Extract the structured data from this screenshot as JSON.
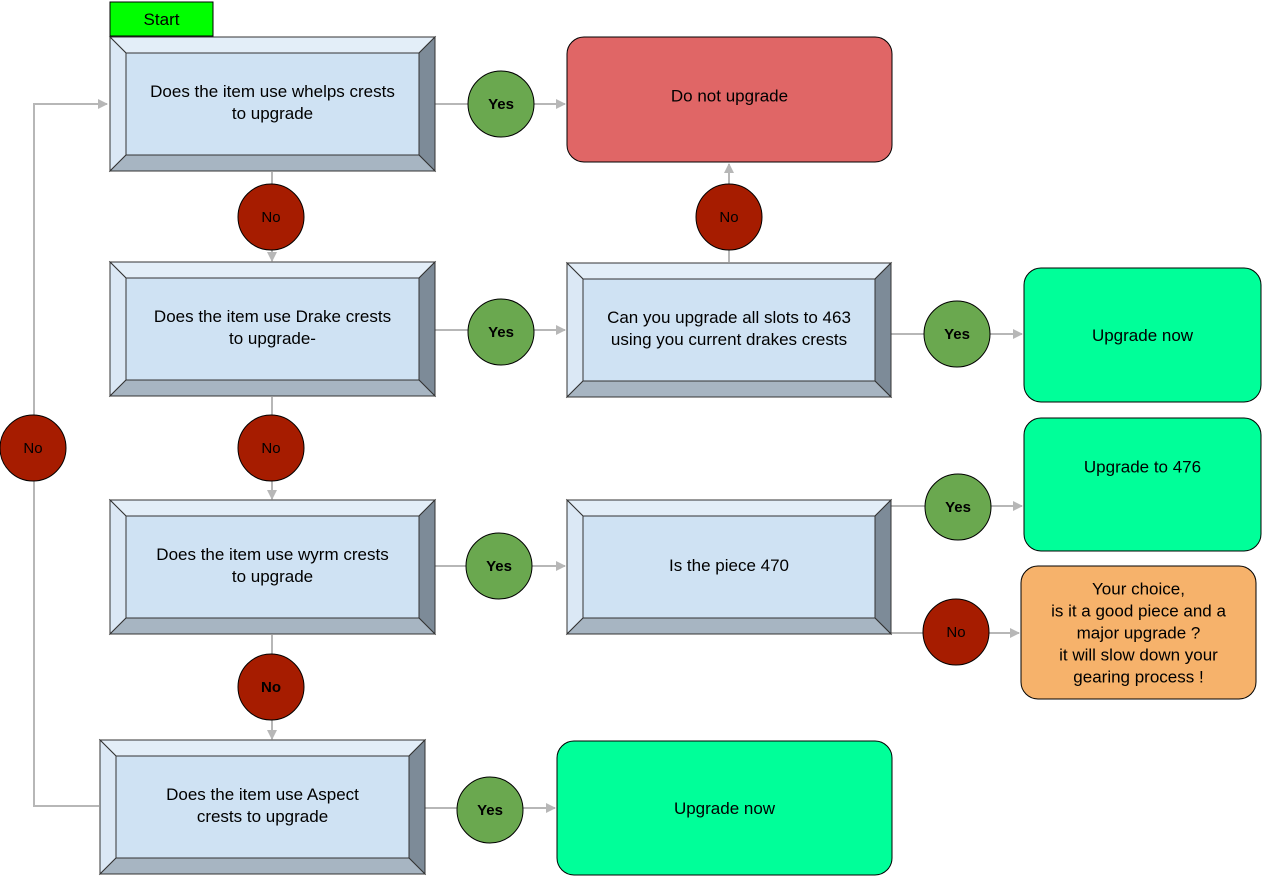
{
  "start_label": "Start",
  "nodes": {
    "q_whelps": [
      "Does the item use whelps crests",
      "to upgrade"
    ],
    "q_drake": [
      "Does the item use Drake crests",
      "to upgrade-"
    ],
    "q_wyrm": [
      "Does the item use wyrm crests",
      "to upgrade"
    ],
    "q_aspect": [
      "Does the item use Aspect",
      "crests to upgrade"
    ],
    "q_slots": [
      "Can you upgrade all slots to 463",
      "using you current drakes crests"
    ],
    "q_piece": [
      "Is the piece 470"
    ],
    "r_donot": [
      "Do not upgrade"
    ],
    "r_now1": [
      "Upgrade now"
    ],
    "r_476": [
      "Upgrade to 476"
    ],
    "r_choice": [
      "Your choice,",
      "is it a good piece and a",
      "major upgrade ?",
      "it will slow down your",
      "gearing process !"
    ],
    "r_now2": [
      "Upgrade now"
    ]
  },
  "labels": {
    "yes": "Yes",
    "no": "No"
  },
  "colors": {
    "start": "#00ff00",
    "question_fill": "#cfe2f3",
    "do_not_upgrade": "#e06666",
    "upgrade": "#00ff99",
    "choice": "#f6b26b",
    "yes_circle": "#6aa84f",
    "no_circle": "#a61c00",
    "connector": "#b7b7b7"
  }
}
